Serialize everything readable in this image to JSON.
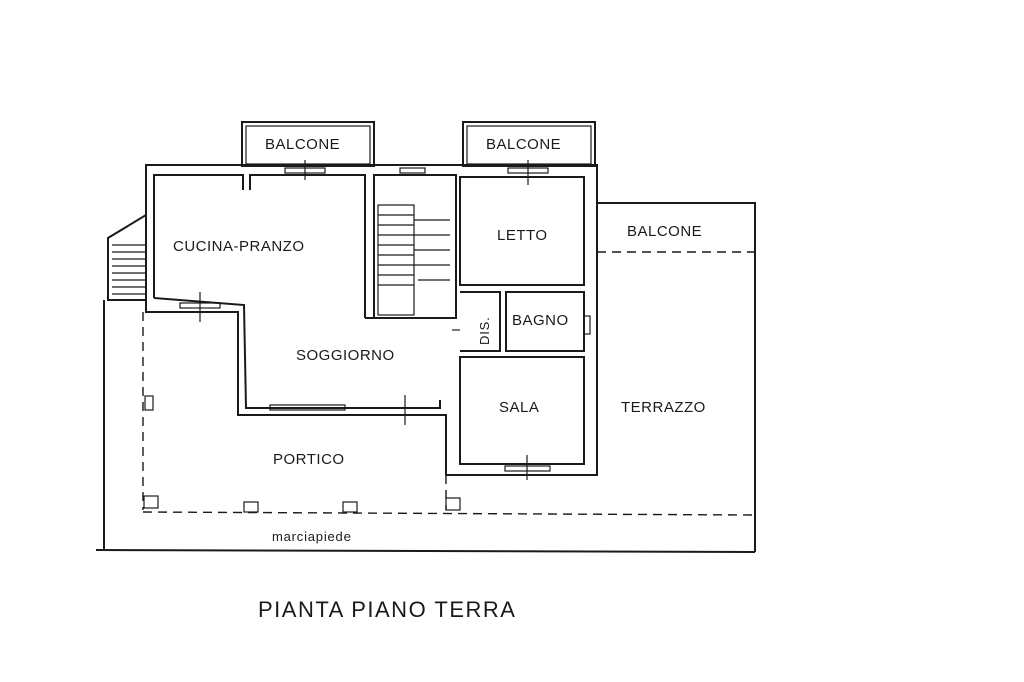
{
  "plan": {
    "title": "PIANTA PIANO TERRA",
    "rooms": {
      "balcone_left": "BALCONE",
      "balcone_center": "BALCONE",
      "balcone_right": "BALCONE",
      "cucina_pranzo": "CUCINA-PRANZO",
      "letto": "LETTO",
      "dis": "DIS.",
      "bagno": "BAGNO",
      "soggiorno": "SOGGIORNO",
      "sala": "SALA",
      "terrazzo": "TERRAZZO",
      "portico": "PORTICO",
      "marciapiede": "marciapiede"
    }
  }
}
